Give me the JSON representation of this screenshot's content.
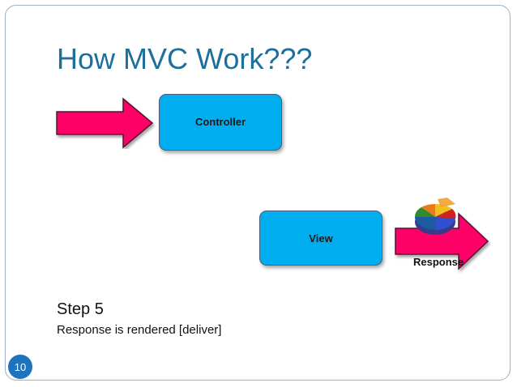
{
  "slide": {
    "title": "How MVC Work???",
    "step_title": "Step 5",
    "step_description": "Response is rendered [deliver]",
    "page_number": "10"
  },
  "diagram": {
    "controller_label": "Controller",
    "view_label": "View",
    "response_label": "Response"
  },
  "colors": {
    "title": "#1f6f9b",
    "box_fill": "#00aeef",
    "arrow_fill": "#ff0066",
    "page_badge": "#1e73be"
  },
  "icons": [
    "arrow-right-icon",
    "pie-chart-icon"
  ]
}
